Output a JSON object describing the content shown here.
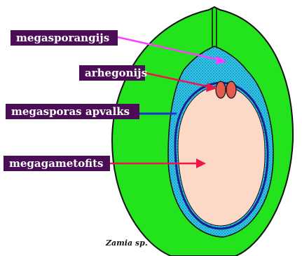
{
  "labels": {
    "megasporangium": "megasporangijs",
    "archegonium": "arhegonijs",
    "megaspore_wall": "megasporas apvalks",
    "megagametophyte": "megagametofits"
  },
  "caption": "Zamia sp.",
  "colors": {
    "label_background": "#4b0d56",
    "integument": "#22e31c",
    "nucellus": "#2ec8e8",
    "megagametophyte": "#fcd9c6",
    "archegonia": "#e35c4e",
    "arrow_megasporangium": "#ff3cff",
    "arrow_archegonium": "#f0144b",
    "arrow_megaspore_wall": "#1f2fd6",
    "arrow_megagametophyte": "#f0144b"
  }
}
